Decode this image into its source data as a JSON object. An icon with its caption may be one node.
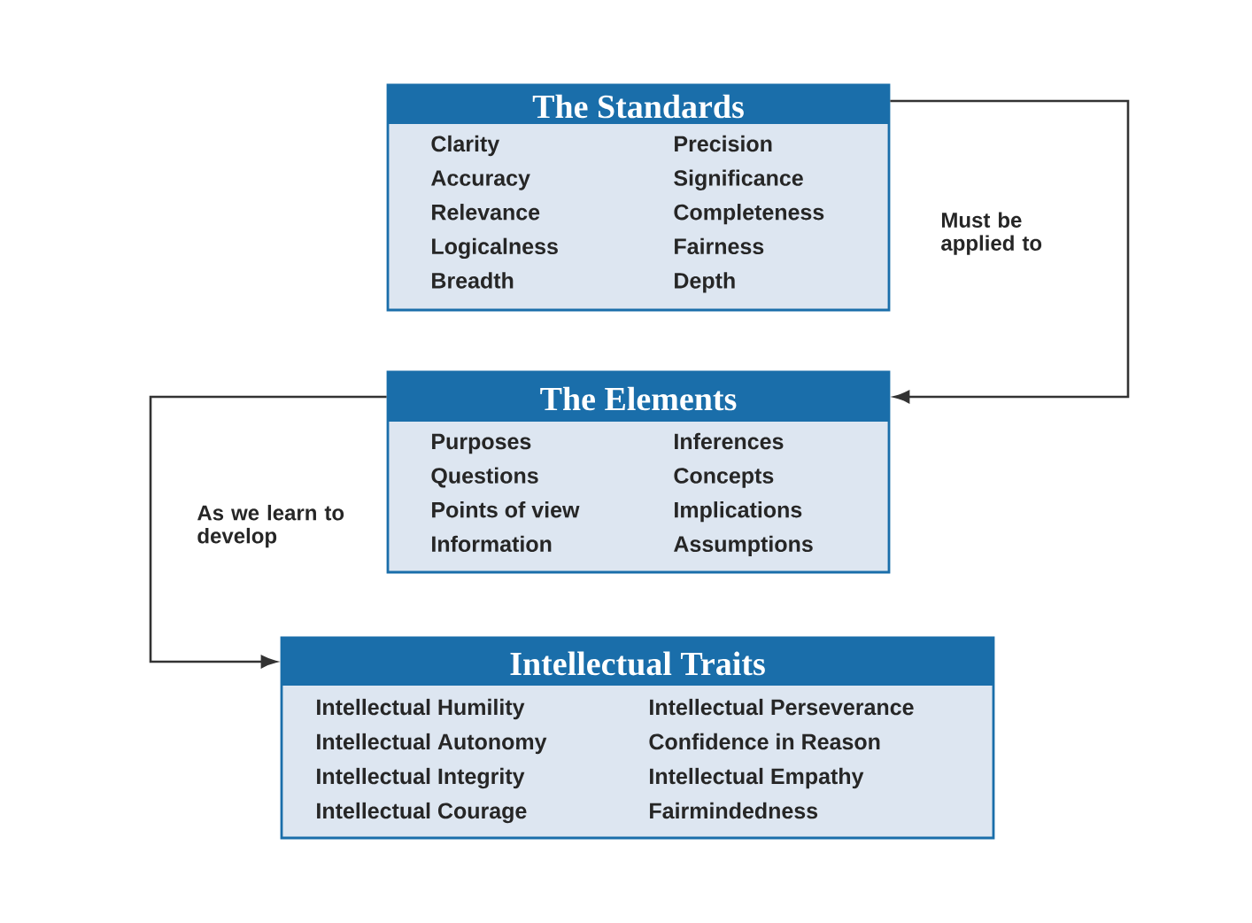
{
  "diagram": {
    "nodes": [
      {
        "text": [
          "The Standards",
          "Clarity",
          "Precision",
          "Accuracy",
          "Significance",
          "Relevance",
          "Completeness",
          "Logicalness",
          "Fairness",
          "Breadth",
          "Depth"
        ]
      },
      {
        "text": [
          "The Elements",
          "Purposes",
          "Inferences",
          "Questions",
          "Concepts",
          "Points of view",
          "Implications",
          "Information",
          "Assumptions"
        ]
      },
      {
        "text": [
          "Intellectual Traits",
          "Intellectual Humility",
          "Intellectual Perseverance",
          "Intellectual Autonomy",
          "Confidence in Reason",
          "Intellectual Integrity",
          "Intellectual Empathy",
          "Intellectual Courage",
          "Fairmindedness"
        ]
      }
    ],
    "edges": [
      {
        "from": 0,
        "to": 1,
        "arrow": "to",
        "label": "Must be applied to"
      },
      {
        "from": 1,
        "to": 2,
        "arrow": "to",
        "label": "As we learn to develop"
      }
    ]
  }
}
